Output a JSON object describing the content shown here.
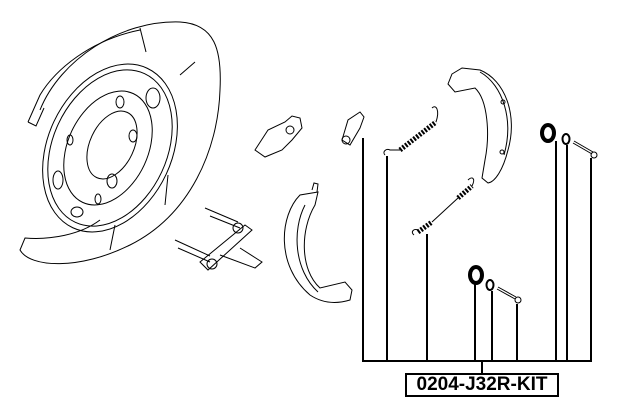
{
  "diagram": {
    "kit_label": "0204-J32R-KIT",
    "line_color": "#000000",
    "background": "#ffffff",
    "parts": [
      {
        "name": "backing-plate"
      },
      {
        "name": "wheel-cylinder-strut"
      },
      {
        "name": "adjuster-lever"
      },
      {
        "name": "adjuster"
      },
      {
        "name": "upper-return-spring"
      },
      {
        "name": "lower-return-spring"
      },
      {
        "name": "brake-shoe-front"
      },
      {
        "name": "brake-shoe-rear"
      },
      {
        "name": "hold-down-spring"
      },
      {
        "name": "hold-down-cup"
      },
      {
        "name": "hold-down-pin"
      }
    ]
  }
}
